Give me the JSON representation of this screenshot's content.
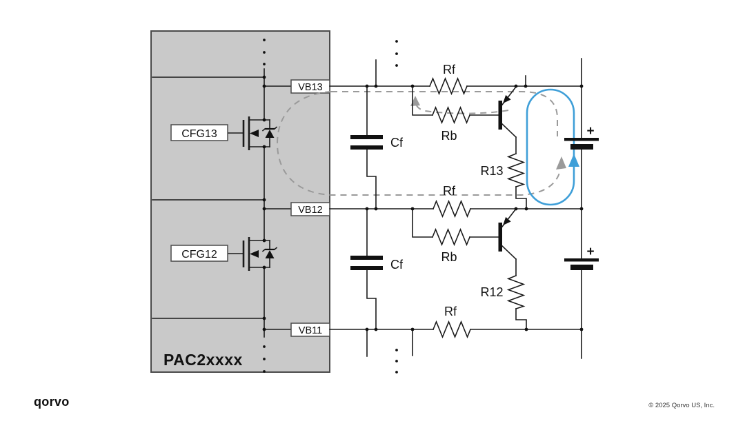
{
  "diagram": {
    "chip": {
      "name": "PAC2xxxx",
      "cfg13": "CFG13",
      "cfg12": "CFG12",
      "pin_vb13": "VB13",
      "pin_vb12": "VB12",
      "pin_vb11": "VB11"
    },
    "components": {
      "rf_top": "Rf",
      "rf_mid": "Rf",
      "rf_bottom": "Rf",
      "rb_top": "Rb",
      "rb_bottom": "Rb",
      "r13": "R13",
      "r12": "R12",
      "cf_top": "Cf",
      "cf_bottom": "Cf",
      "battery_top_plus": "+",
      "battery_bottom_plus": "+"
    },
    "colors": {
      "chip_fill": "#c9c9c9",
      "chip_border": "#4a4a4a",
      "wire": "#1a1a1a",
      "dashed_loop": "#9a9a9a",
      "blue_loop": "#3f9fd8"
    }
  },
  "footer": {
    "logo": "qorvo",
    "copyright": "© 2025 Qorvo US, Inc."
  }
}
